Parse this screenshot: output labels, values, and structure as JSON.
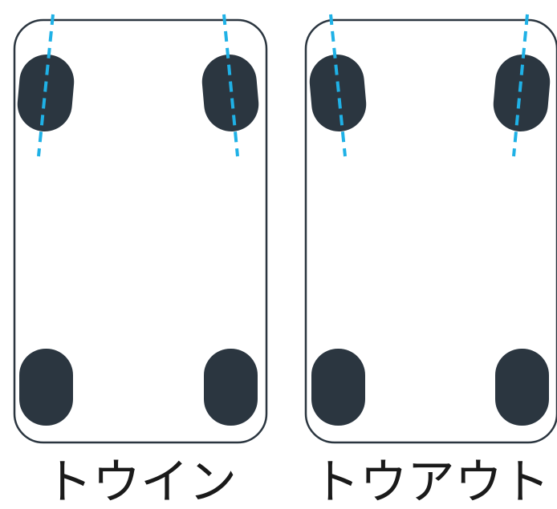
{
  "diagrams": [
    {
      "label": "トウイン",
      "front_wheel_alignment": "toe-in"
    },
    {
      "label": "トウアウト",
      "front_wheel_alignment": "toe-out"
    }
  ],
  "colors": {
    "outline": "#2b3640",
    "wheel": "#2b3640",
    "alignment_line": "#1fb1e6",
    "text": "#1a1a1a"
  }
}
